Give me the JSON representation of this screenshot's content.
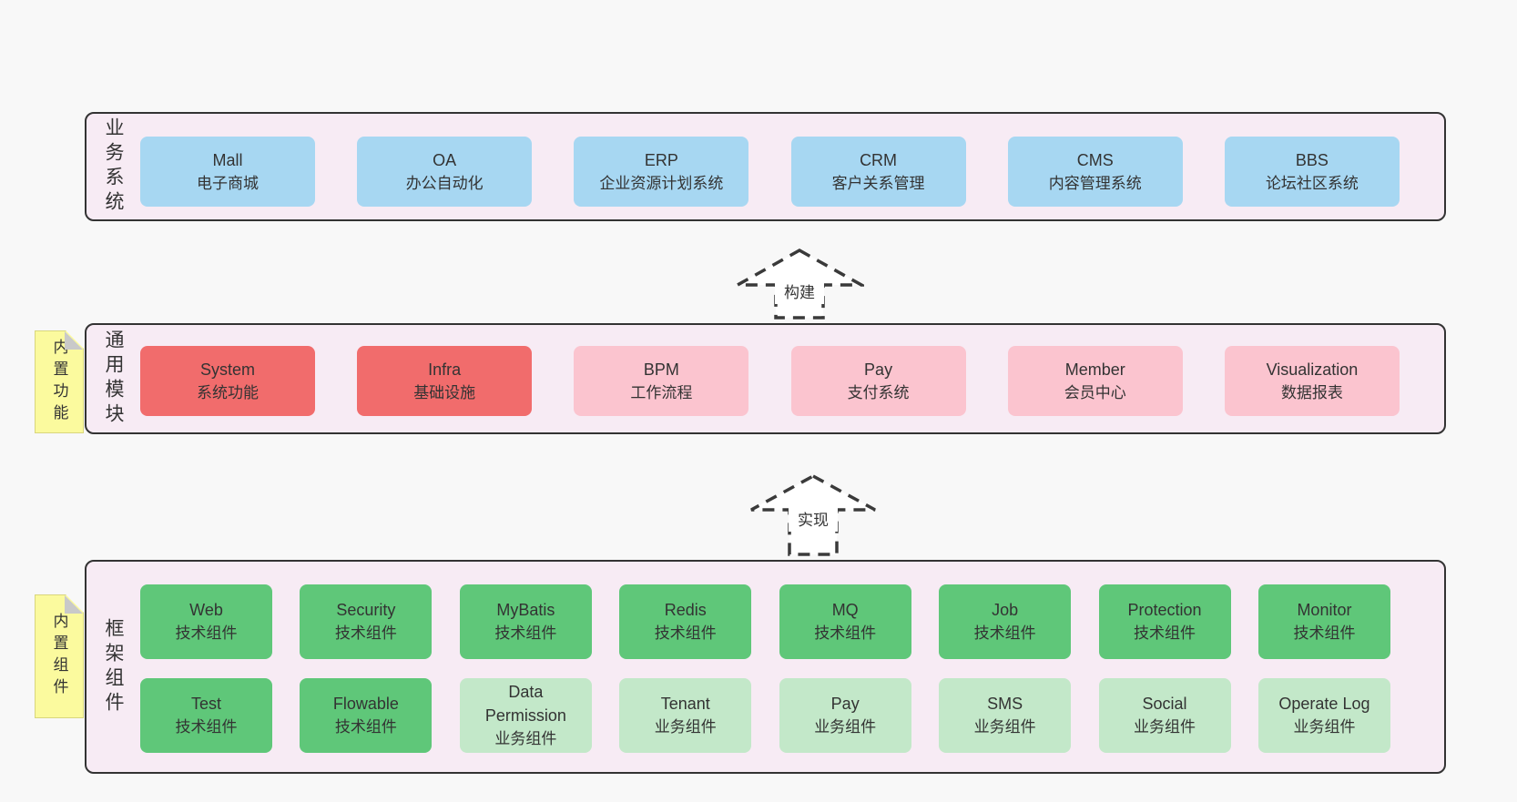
{
  "diagram_title": "",
  "arrows": {
    "build": "构建",
    "implement": "实现"
  },
  "business": {
    "label": "业务系统",
    "boxes": [
      {
        "en": "Mall",
        "zh": "电子商城",
        "variant": "blue"
      },
      {
        "en": "OA",
        "zh": "办公自动化",
        "variant": "blue"
      },
      {
        "en": "ERP",
        "zh": "企业资源计划系统",
        "variant": "blue"
      },
      {
        "en": "CRM",
        "zh": "客户关系管理",
        "variant": "blue"
      },
      {
        "en": "CMS",
        "zh": "内容管理系统",
        "variant": "blue"
      },
      {
        "en": "BBS",
        "zh": "论坛社区系统",
        "variant": "blue"
      }
    ]
  },
  "modules": {
    "label": "通用模块",
    "note": "内置功能",
    "boxes": [
      {
        "en": "System",
        "zh": "系统功能",
        "variant": "red"
      },
      {
        "en": "Infra",
        "zh": "基础设施",
        "variant": "red"
      },
      {
        "en": "BPM",
        "zh": "工作流程",
        "variant": "pink"
      },
      {
        "en": "Pay",
        "zh": "支付系统",
        "variant": "pink"
      },
      {
        "en": "Member",
        "zh": "会员中心",
        "variant": "pink"
      },
      {
        "en": "Visualization",
        "zh": "数据报表",
        "variant": "pink"
      }
    ]
  },
  "components": {
    "label": "框架组件",
    "note": "内置组件",
    "row1": [
      {
        "en": "Web",
        "zh": "技术组件",
        "variant": "green"
      },
      {
        "en": "Security",
        "zh": "技术组件",
        "variant": "green"
      },
      {
        "en": "MyBatis",
        "zh": "技术组件",
        "variant": "green"
      },
      {
        "en": "Redis",
        "zh": "技术组件",
        "variant": "green"
      },
      {
        "en": "MQ",
        "zh": "技术组件",
        "variant": "green"
      },
      {
        "en": "Job",
        "zh": "技术组件",
        "variant": "green"
      },
      {
        "en": "Protection",
        "zh": "技术组件",
        "variant": "green"
      },
      {
        "en": "Monitor",
        "zh": "技术组件",
        "variant": "green"
      }
    ],
    "row2": [
      {
        "en": "Test",
        "zh": "技术组件",
        "variant": "green"
      },
      {
        "en": "Flowable",
        "zh": "技术组件",
        "variant": "green"
      },
      {
        "en": "Data Permission",
        "zh": "业务组件",
        "variant": "green-light"
      },
      {
        "en": "Tenant",
        "zh": "业务组件",
        "variant": "green-light"
      },
      {
        "en": "Pay",
        "zh": "业务组件",
        "variant": "green-light"
      },
      {
        "en": "SMS",
        "zh": "业务组件",
        "variant": "green-light"
      },
      {
        "en": "Social",
        "zh": "业务组件",
        "variant": "green-light"
      },
      {
        "en": "Operate Log",
        "zh": "业务组件",
        "variant": "green-light"
      }
    ]
  },
  "colors": {
    "page_bg": "#f8f8f8",
    "layer_bg": "#f7ebf4",
    "layer_border": "#333333",
    "box_blue": "#a7d7f2",
    "box_red": "#f16c6c",
    "box_pink": "#fbc4cf",
    "box_green": "#5fc779",
    "box_green_light": "#c3e8c9",
    "note_bg": "#fbfa9e",
    "note_fold": "#c9c9c9",
    "text": "#333333"
  }
}
